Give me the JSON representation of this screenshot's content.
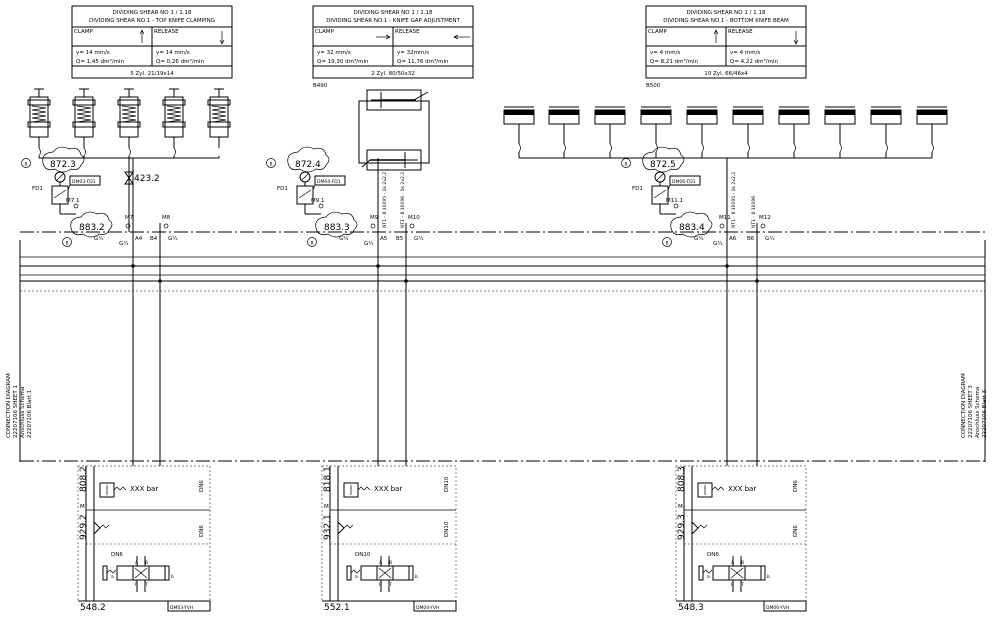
{
  "boxes": [
    {
      "title1": "DIVIDING SHEAR NO 1 / 1.18",
      "title2": "DIVIDING SHEAR NO.1 - TOP KNIFE CLAMPING",
      "left_label": "CLAMP",
      "right_label": "RELEASE",
      "v_left": "v= 14 mm/s",
      "v_right": "v= 14 mm/s",
      "q_left": "Q= 1,45 dm³/min",
      "q_right": "Q= 0,26 dm³/min",
      "footer": "5 Zyl. 21/19x14"
    },
    {
      "title1": "DIVIDING SHEAR NO 1 / 1.18",
      "title2": "DIVIDING SHEAR NO.1 - KNIFE GAP ADJUSTMENT",
      "left_label": "CLAMP",
      "right_label": "RELEASE",
      "v_left": "v= 32 mm/s",
      "v_right": "v= 32mm/s",
      "q_left": "Q= 19,30 dm³/min",
      "q_right": "Q= 11,76 dm³/min",
      "footer": "2 Zyl. 80/50x32"
    },
    {
      "title1": "DIVIDING SHEAR NO 1 / 1.18",
      "title2": "DIVIDING SHEAR NO.1 - BOTTOM KNIFE BEAM",
      "left_label": "CLAMP",
      "right_label": "RELEASE",
      "v_left": "v= 4 mm/s",
      "v_right": "v= 4 mm/s",
      "q_left": "Q= 8,21 dm³/min",
      "q_right": "Q= 4,22 dm³/min",
      "footer": "10 Zyl. 66/46x4"
    }
  ],
  "refs": {
    "b490": "B490",
    "b500": "B500"
  },
  "sections": [
    {
      "valve": "872.3",
      "fd": "FD1",
      "dm": "DM03-FD1",
      "m_a": "M7.1",
      "block": "883.2",
      "m1": "M7",
      "m2": "M8",
      "port_a": "A4",
      "port_b": "B4",
      "g1": "G¼",
      "g2": "G¼",
      "g3": "G¼",
      "check": "423.2",
      "circle_b": "B",
      "hose_a": "",
      "hose_b": "",
      "relief": "808.2",
      "xxx": "XXX bar",
      "m_lower": "M",
      "filter": "929.2",
      "dn_top": "DN6",
      "dn_mid": "DN6",
      "dn_valve": "DN6",
      "sol": "548.2",
      "yvh": "DM03-YVH"
    },
    {
      "valve": "872.4",
      "fd": "FD1",
      "dm": "DM04-FD1",
      "m_a": "M9.1",
      "block": "883.3",
      "m1": "M9",
      "m2": "M10",
      "port_a": "A5",
      "port_b": "B5",
      "g1": "G¼",
      "g2": "G¼",
      "g3": "G¼",
      "check": "",
      "circle_b": "B",
      "hose_a": "NT1 - 8 10095 - 1k 2x2,2",
      "hose_b": "NT1 - 8 10096 - 1k 2x2,2",
      "relief": "818.1",
      "xxx": "XXX bar",
      "m_lower": "M",
      "filter": "932.1",
      "dn_top": "DN10",
      "dn_mid": "DN10",
      "dn_valve": "DN10",
      "sol": "552.1",
      "yvh": "DM04-YVH"
    },
    {
      "valve": "872.5",
      "fd": "FD1",
      "dm": "DM06-FD1",
      "m_a": "M11.1",
      "block": "883.4",
      "m1": "M11",
      "m2": "M12",
      "port_a": "A6",
      "port_b": "B6",
      "g1": "G¼",
      "g2": "G¼",
      "g3": "G¼",
      "check": "",
      "circle_b": "B",
      "hose_a": "NT1 - 8 10095 - 1k 2x2,2",
      "hose_b": "NT1 - 8 10096",
      "relief": "808.3",
      "xxx": "XXX bar",
      "m_lower": "M",
      "filter": "929.3",
      "dn_top": "DN6",
      "dn_mid": "DN6",
      "dn_valve": "DN6",
      "sol": "548.3",
      "yvh": "DM06-YVH"
    }
  ],
  "side_left": [
    "CONNECTION DIAGRAM",
    "22207106 SHEET 1",
    "Anschluss Schema",
    "22207106 Blatt 1"
  ],
  "side_right": [
    "CONNECTION DIAGRAM",
    "22207106 SHEET 3",
    "Anschluss Schema",
    "22207106 Blatt 3"
  ],
  "valve_ports": {
    "a": "A",
    "b": "B",
    "p": "P",
    "t": "T",
    "a_sol": "a",
    "b_sol": "b"
  }
}
